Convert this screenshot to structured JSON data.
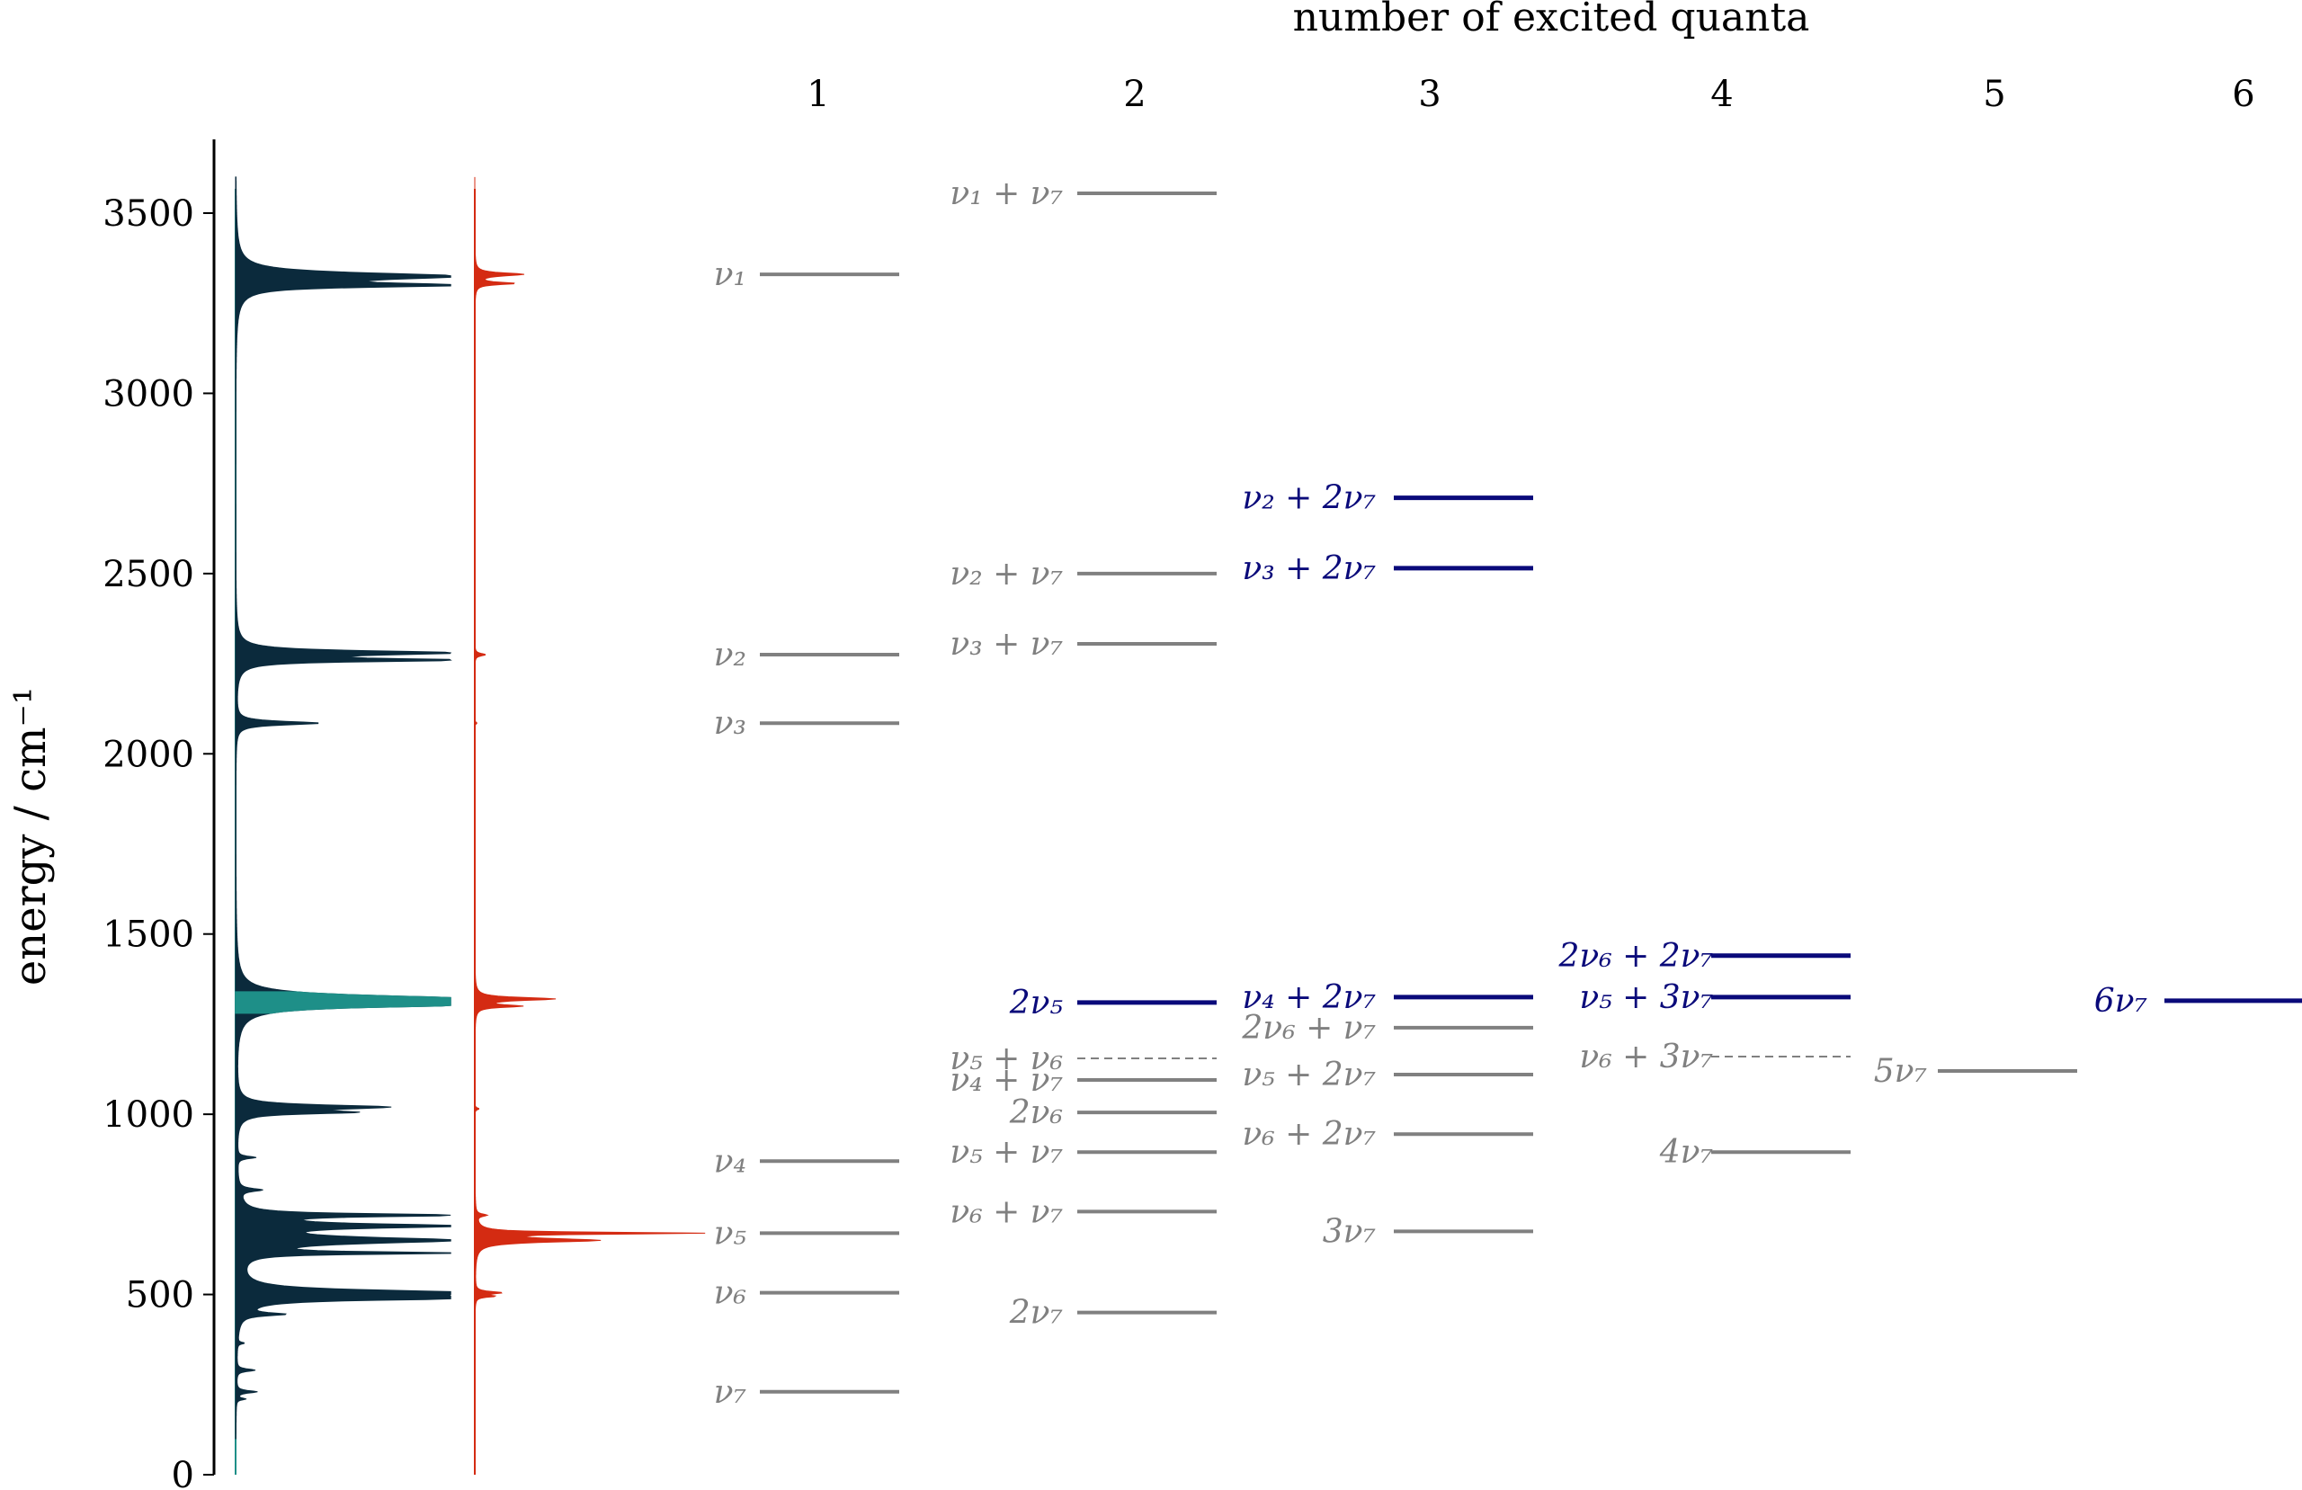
{
  "chart_data": {
    "type": "energy-level-diagram",
    "ylabel": "energy / cm⁻¹",
    "xlabel": "number of excited quanta",
    "ylim": [
      0,
      3700
    ],
    "y_ticks": [
      "0",
      "500",
      "1000",
      "1500",
      "2000",
      "2500",
      "3000",
      "3500"
    ],
    "y_tick_values": [
      0,
      500,
      1000,
      1500,
      2000,
      2500,
      3000,
      3500
    ],
    "columns": [
      "1",
      "2",
      "3",
      "4",
      "5",
      "6"
    ],
    "colors": {
      "gray": "#808080",
      "blue": "#0a0a7a",
      "dark_spectrum": "#0b2a3c",
      "teal": "#1e8f88",
      "red": "#d42b12"
    },
    "levels": [
      {
        "column": 1,
        "label": "ν₁",
        "energy": 3330,
        "color": "gray",
        "style": "solid"
      },
      {
        "column": 1,
        "label": "ν₂",
        "energy": 2275,
        "color": "gray",
        "style": "solid"
      },
      {
        "column": 1,
        "label": "ν₃",
        "energy": 2085,
        "color": "gray",
        "style": "solid"
      },
      {
        "column": 1,
        "label": "ν₄",
        "energy": 870,
        "color": "gray",
        "style": "solid"
      },
      {
        "column": 1,
        "label": "ν₅",
        "energy": 670,
        "color": "gray",
        "style": "solid"
      },
      {
        "column": 1,
        "label": "ν₆",
        "energy": 505,
        "color": "gray",
        "style": "solid"
      },
      {
        "column": 1,
        "label": "ν₇",
        "energy": 230,
        "color": "gray",
        "style": "solid"
      },
      {
        "column": 2,
        "label": "ν₁ + ν₇",
        "energy": 3555,
        "color": "gray",
        "style": "solid"
      },
      {
        "column": 2,
        "label": "ν₂ + ν₇",
        "energy": 2500,
        "color": "gray",
        "style": "solid"
      },
      {
        "column": 2,
        "label": "ν₃ + ν₇",
        "energy": 2305,
        "color": "gray",
        "style": "solid"
      },
      {
        "column": 2,
        "label": "2ν₅",
        "energy": 1310,
        "color": "blue",
        "style": "solid"
      },
      {
        "column": 2,
        "label": "ν₅ + ν₆",
        "energy": 1155,
        "color": "gray",
        "style": "dashed"
      },
      {
        "column": 2,
        "label": "ν₄ + ν₇",
        "energy": 1095,
        "color": "gray",
        "style": "solid"
      },
      {
        "column": 2,
        "label": "2ν₆",
        "energy": 1005,
        "color": "gray",
        "style": "solid"
      },
      {
        "column": 2,
        "label": "ν₅ + ν₇",
        "energy": 895,
        "color": "gray",
        "style": "solid"
      },
      {
        "column": 2,
        "label": "ν₆ + ν₇",
        "energy": 730,
        "color": "gray",
        "style": "solid"
      },
      {
        "column": 2,
        "label": "2ν₇",
        "energy": 450,
        "color": "gray",
        "style": "solid"
      },
      {
        "column": 3,
        "label": "ν₂ + 2ν₇",
        "energy": 2710,
        "color": "blue",
        "style": "solid"
      },
      {
        "column": 3,
        "label": "ν₃ + 2ν₇",
        "energy": 2515,
        "color": "blue",
        "style": "solid"
      },
      {
        "column": 3,
        "label": "ν₄ + 2ν₇",
        "energy": 1325,
        "color": "blue",
        "style": "solid"
      },
      {
        "column": 3,
        "label": "2ν₆ + ν₇",
        "energy": 1240,
        "color": "gray",
        "style": "solid"
      },
      {
        "column": 3,
        "label": "ν₅ + 2ν₇",
        "energy": 1110,
        "color": "gray",
        "style": "solid"
      },
      {
        "column": 3,
        "label": "ν₆ + 2ν₇",
        "energy": 945,
        "color": "gray",
        "style": "solid"
      },
      {
        "column": 3,
        "label": "3ν₇",
        "energy": 675,
        "color": "gray",
        "style": "solid"
      },
      {
        "column": 4,
        "label": "2ν₆ + 2ν₇",
        "energy": 1440,
        "color": "blue",
        "style": "solid"
      },
      {
        "column": 4,
        "label": "ν₅ + 3ν₇",
        "energy": 1325,
        "color": "blue",
        "style": "solid"
      },
      {
        "column": 4,
        "label": "ν₆ + 3ν₇",
        "energy": 1160,
        "color": "gray",
        "style": "dashed"
      },
      {
        "column": 4,
        "label": "4ν₇",
        "energy": 895,
        "color": "gray",
        "style": "solid"
      },
      {
        "column": 5,
        "label": "5ν₇",
        "energy": 1120,
        "color": "gray",
        "style": "solid"
      },
      {
        "column": 6,
        "label": "6ν₇",
        "energy": 1315,
        "color": "blue",
        "style": "solid"
      }
    ],
    "spectrum_left": {
      "color": "dark_spectrum",
      "highlight_color": "teal",
      "highlight_range": [
        1280,
        1340
      ],
      "peaks": [
        {
          "energy": 3325,
          "intensity": 0.92,
          "width": 22
        },
        {
          "energy": 3300,
          "intensity": 0.92,
          "width": 12
        },
        {
          "energy": 2280,
          "intensity": 0.92,
          "width": 14
        },
        {
          "energy": 2260,
          "intensity": 0.92,
          "width": 10
        },
        {
          "energy": 2085,
          "intensity": 0.36,
          "width": 12
        },
        {
          "energy": 1320,
          "intensity": 0.92,
          "width": 22
        },
        {
          "energy": 1305,
          "intensity": 0.92,
          "width": 16
        },
        {
          "energy": 1020,
          "intensity": 0.62,
          "width": 14
        },
        {
          "energy": 1005,
          "intensity": 0.42,
          "width": 10
        },
        {
          "energy": 880,
          "intensity": 0.08,
          "width": 8
        },
        {
          "energy": 790,
          "intensity": 0.1,
          "width": 10
        },
        {
          "energy": 720,
          "intensity": 0.92,
          "width": 10
        },
        {
          "energy": 690,
          "intensity": 0.92,
          "width": 14
        },
        {
          "energy": 650,
          "intensity": 0.92,
          "width": 20
        },
        {
          "energy": 615,
          "intensity": 0.92,
          "width": 8
        },
        {
          "energy": 505,
          "intensity": 0.92,
          "width": 18
        },
        {
          "energy": 490,
          "intensity": 0.92,
          "width": 12
        },
        {
          "energy": 445,
          "intensity": 0.18,
          "width": 10
        },
        {
          "energy": 365,
          "intensity": 0.03,
          "width": 6
        },
        {
          "energy": 290,
          "intensity": 0.08,
          "width": 8
        },
        {
          "energy": 230,
          "intensity": 0.09,
          "width": 8
        },
        {
          "energy": 210,
          "intensity": 0.04,
          "width": 6
        }
      ]
    },
    "spectrum_right": {
      "color": "red",
      "peaks": [
        {
          "energy": 3330,
          "intensity": 0.22,
          "width": 10
        },
        {
          "energy": 3305,
          "intensity": 0.18,
          "width": 8
        },
        {
          "energy": 2275,
          "intensity": 0.05,
          "width": 8
        },
        {
          "energy": 2085,
          "intensity": 0.01,
          "width": 6
        },
        {
          "energy": 1320,
          "intensity": 0.36,
          "width": 10
        },
        {
          "energy": 1300,
          "intensity": 0.2,
          "width": 8
        },
        {
          "energy": 1015,
          "intensity": 0.02,
          "width": 6
        },
        {
          "energy": 720,
          "intensity": 0.05,
          "width": 8
        },
        {
          "energy": 670,
          "intensity": 1.0,
          "width": 6
        },
        {
          "energy": 650,
          "intensity": 0.55,
          "width": 12
        },
        {
          "energy": 505,
          "intensity": 0.12,
          "width": 8
        },
        {
          "energy": 495,
          "intensity": 0.08,
          "width": 6
        }
      ]
    }
  }
}
